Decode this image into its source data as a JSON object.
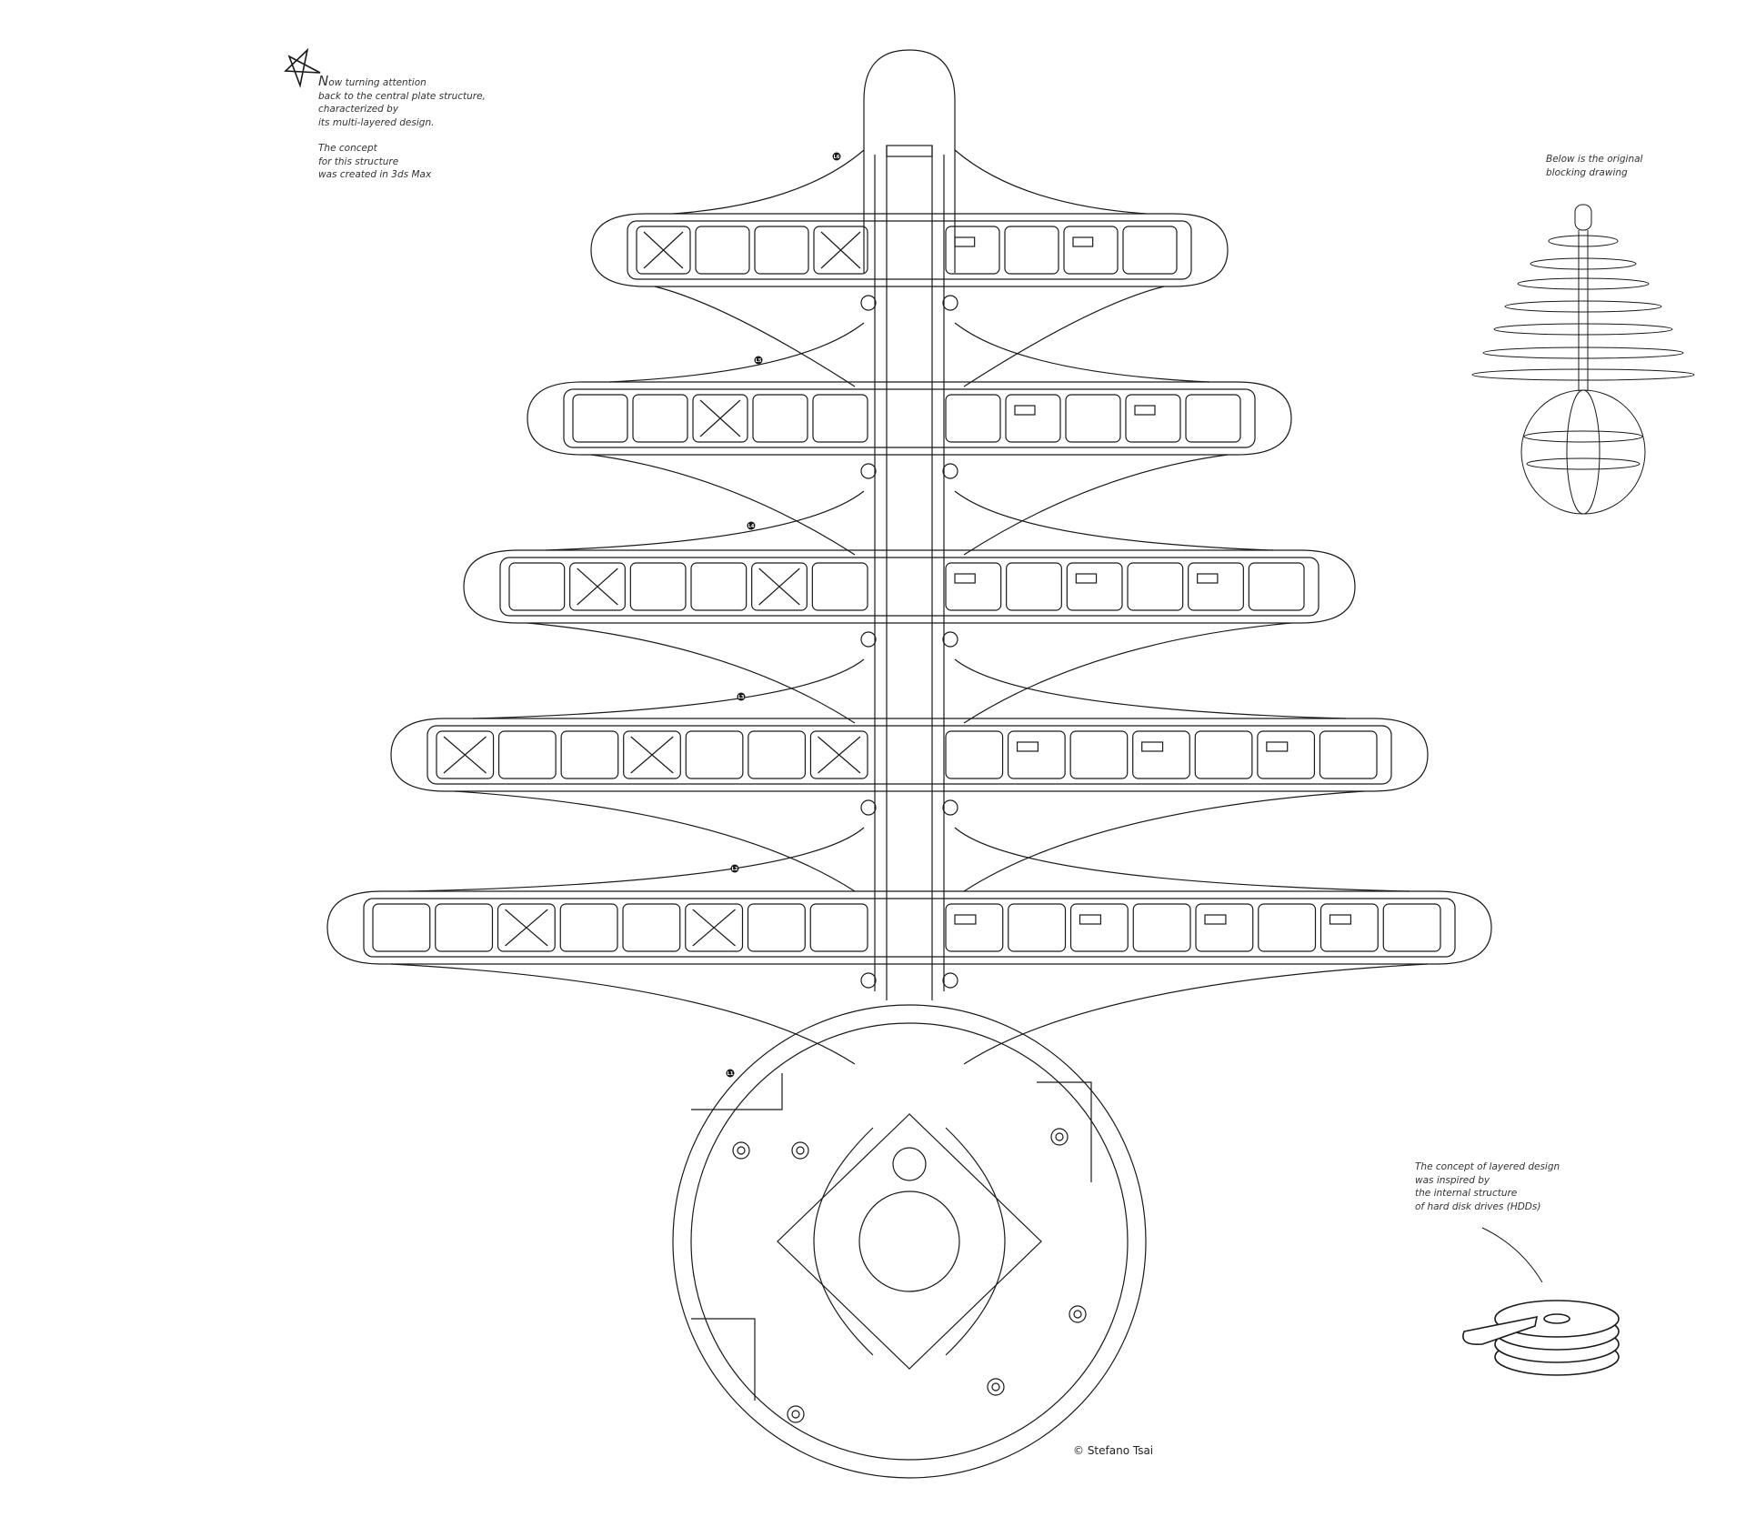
{
  "notes": {
    "intro": {
      "initial": "N",
      "lines": [
        "ow turning attention",
        "back to the central plate structure,",
        "characterized by",
        "its multi-layered design."
      ],
      "lines2": [
        "The concept",
        "for this structure",
        "was created in 3ds Max"
      ]
    },
    "blocking": {
      "lines": [
        "Below is the original",
        "blocking drawing"
      ]
    },
    "hdd": {
      "lines": [
        "The concept of layered design",
        "was inspired by",
        "the internal structure",
        "of hard disk drives (HDDs)"
      ]
    }
  },
  "credit": "© Stefano Tsai",
  "levels": [
    "L6",
    "L5",
    "L4",
    "L3",
    "L2",
    "L1"
  ],
  "colors": {
    "line": "#1a1a1a",
    "background": "#ffffff",
    "text": "#333333"
  }
}
